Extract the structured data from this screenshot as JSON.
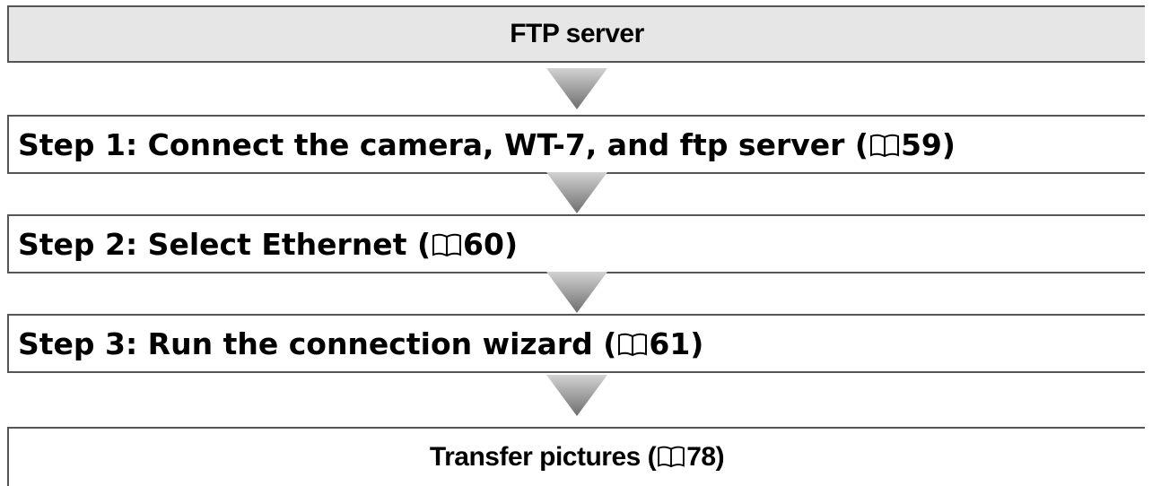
{
  "header": {
    "title": "FTP server"
  },
  "steps": [
    {
      "prefix": "Step 1: Connect the camera, WT-7, and ftp server (",
      "page_ref": "59",
      "suffix": ")"
    },
    {
      "prefix": "Step 2: Select Ethernet (",
      "page_ref": "60",
      "suffix": ")"
    },
    {
      "prefix": "Step 3: Run the connection wizard (",
      "page_ref": "61",
      "suffix": ")"
    }
  ],
  "footer": {
    "prefix": "Transfer pictures (",
    "page_ref": "78",
    "suffix": ")"
  },
  "icons": {
    "page_reference": "book-icon",
    "flow_arrow": "down-arrow-icon"
  },
  "colors": {
    "header_background": "#e6e6e6",
    "border": "#555555",
    "arrow_light": "#c8c8c8",
    "arrow_dark": "#6e6e6e"
  }
}
